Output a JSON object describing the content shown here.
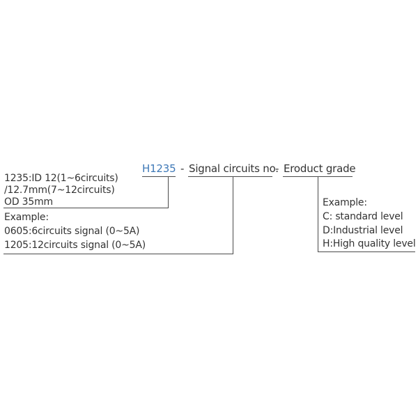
{
  "header": {
    "model_code": "H1235",
    "separator_1": "-",
    "signal_circuits": "Signal circuits no.",
    "separator_2": "-",
    "product_grade": "Eroduct grade"
  },
  "left_block": {
    "lines": [
      "1235:ID 12(1~6circuits)",
      "/12.7mm(7~12circuits)",
      "OD 35mm"
    ]
  },
  "middle_block": {
    "heading": "Example:",
    "lines": [
      "0605:6circuits  signal  (0~5A)",
      "1205:12circuits  signal  (0~5A)"
    ]
  },
  "right_block": {
    "heading": "Example:",
    "lines": [
      "C: standard level",
      "D:Industrial level",
      "H:High quality level"
    ]
  },
  "colors": {
    "model_code": "#3f79b7",
    "text": "#333333",
    "lines": "#4a4a4a"
  }
}
